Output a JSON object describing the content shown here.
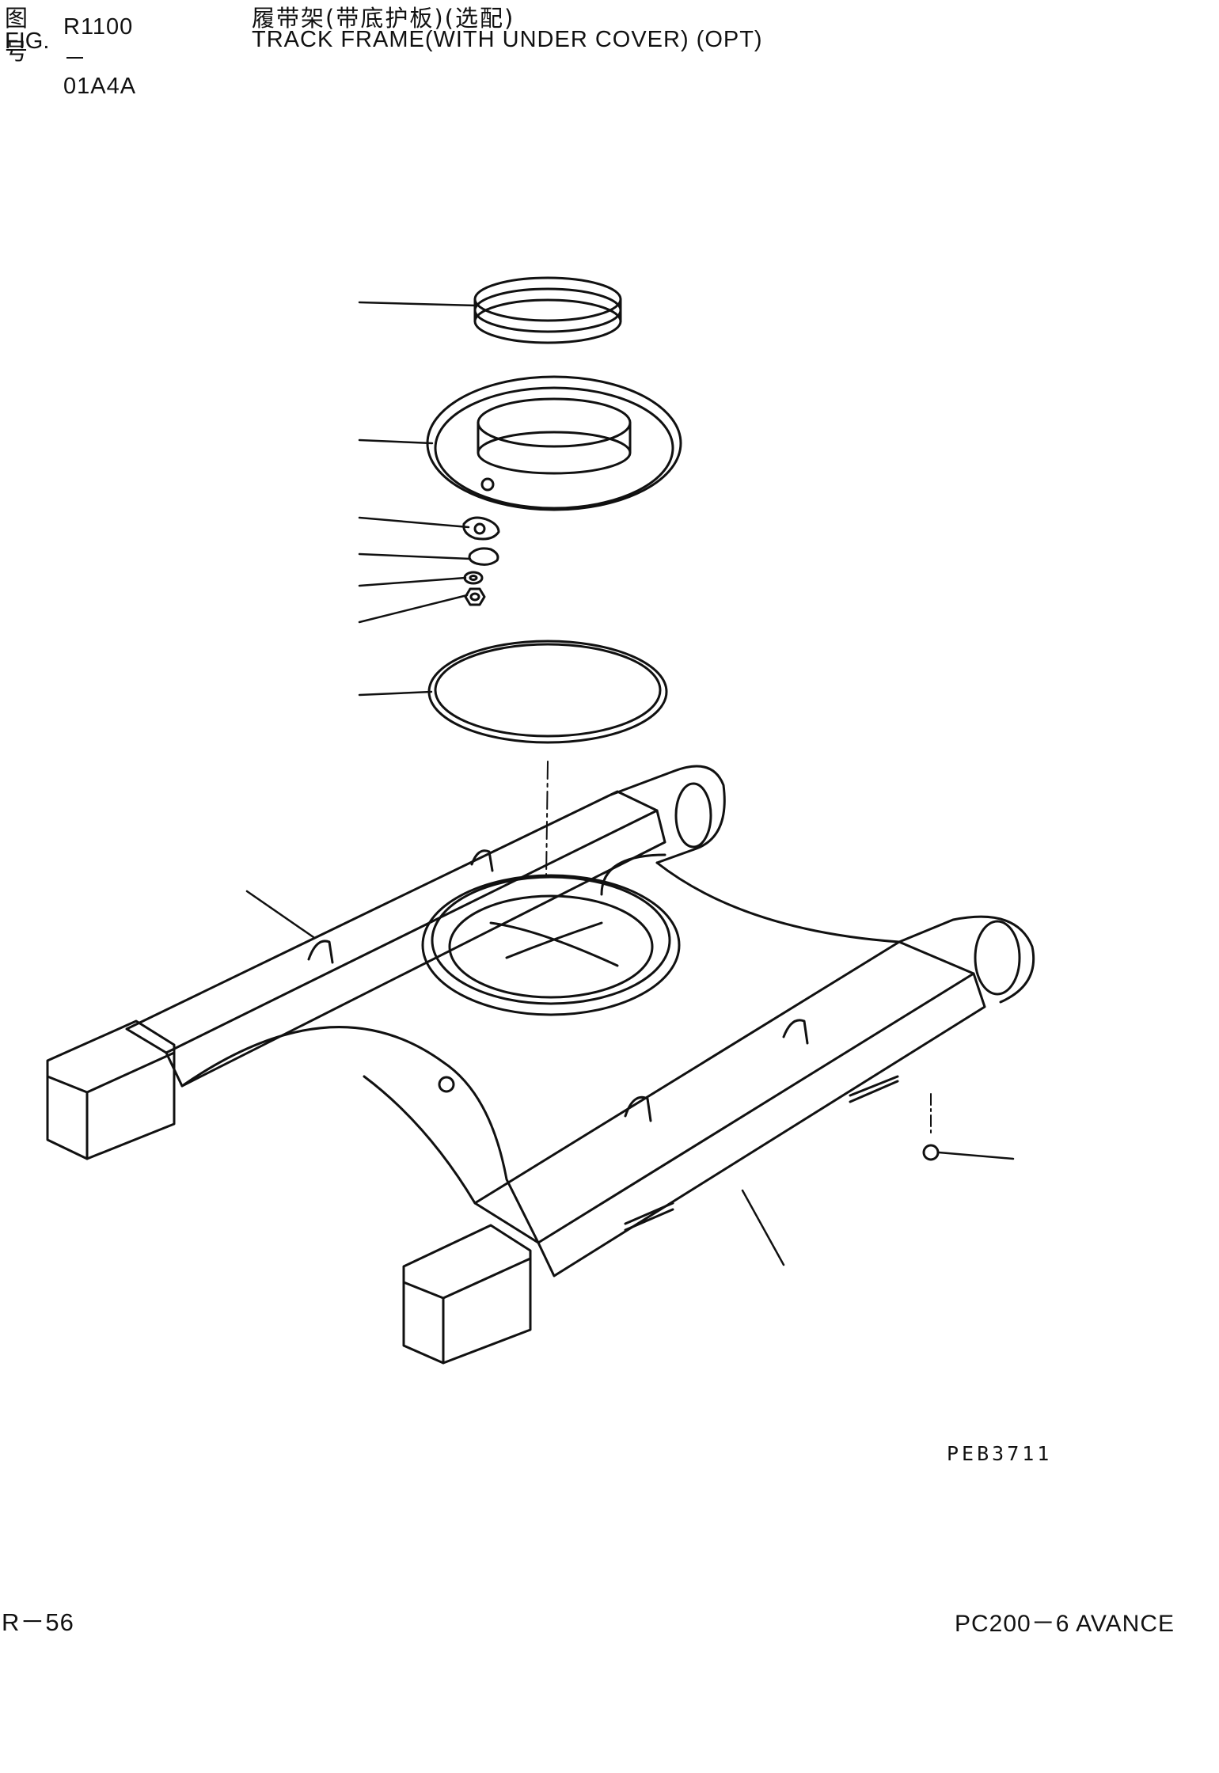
{
  "header": {
    "fig_label_cn": "图号",
    "fig_label_en": "FIG.",
    "fig_number": "R1100－01A4A",
    "title_cn": "履带架(带底护板)(选配)",
    "title_en": "TRACK FRAME(WITH UNDER COVER) (OPT)"
  },
  "drawing": {
    "code": "PEB3711"
  },
  "footer": {
    "page": "R－56",
    "model": "PC200－6 AVANCE"
  }
}
